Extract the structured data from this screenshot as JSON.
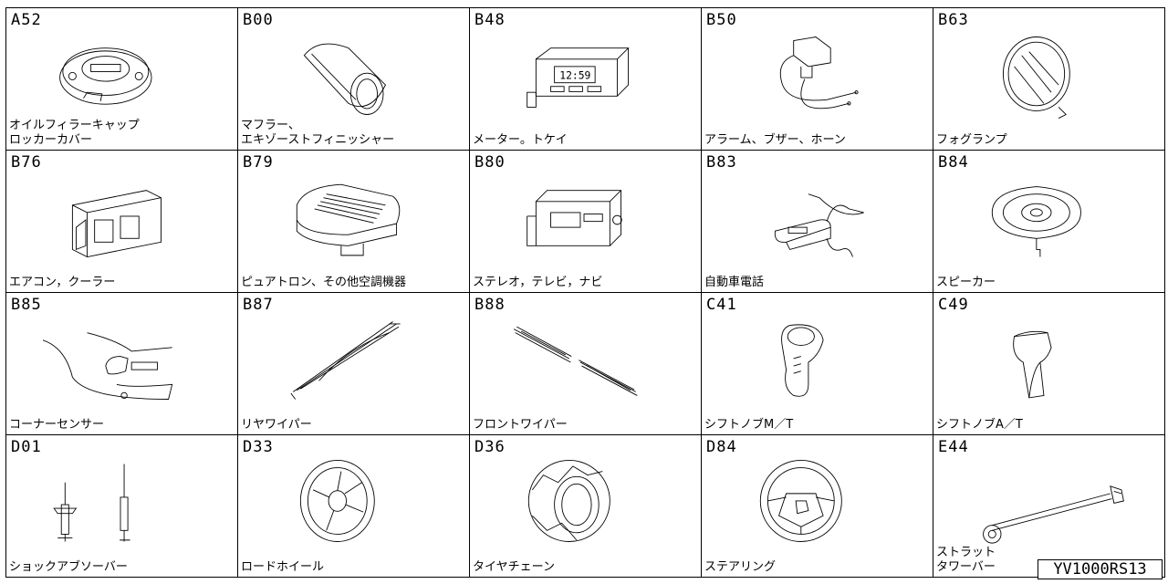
{
  "parts": [
    {
      "code": "A52",
      "label": "オイルフィラーキャップ\nロッカーカバー",
      "icon": "oil-filler-cap"
    },
    {
      "code": "B00",
      "label": "マフラー、\nエキゾーストフィニッシャー",
      "icon": "muffler"
    },
    {
      "code": "B48",
      "label": "メーター。トケイ",
      "icon": "meter-clock"
    },
    {
      "code": "B50",
      "label": "アラーム、ブザー、ホーン",
      "icon": "alarm-buzzer"
    },
    {
      "code": "B63",
      "label": "フォグランプ",
      "icon": "fog-lamp"
    },
    {
      "code": "B76",
      "label": "エアコン，クーラー",
      "icon": "air-conditioner"
    },
    {
      "code": "B79",
      "label": "ピュアトロン、その他空調機器",
      "icon": "air-purifier"
    },
    {
      "code": "B80",
      "label": "ステレオ，テレビ，ナビ",
      "icon": "stereo"
    },
    {
      "code": "B83",
      "label": "自動車電話",
      "icon": "car-phone"
    },
    {
      "code": "B84",
      "label": "スピーカー",
      "icon": "speaker"
    },
    {
      "code": "B85",
      "label": "コーナーセンサー",
      "icon": "corner-sensor"
    },
    {
      "code": "B87",
      "label": "リヤワイパー",
      "icon": "rear-wiper"
    },
    {
      "code": "B88",
      "label": "フロントワイパー",
      "icon": "front-wiper"
    },
    {
      "code": "C41",
      "label": "シフトノブM／T",
      "icon": "shift-knob-mt"
    },
    {
      "code": "C49",
      "label": "シフトノブA／T",
      "icon": "shift-knob-at"
    },
    {
      "code": "D01",
      "label": "ショックアブソーバー",
      "icon": "shock-absorber"
    },
    {
      "code": "D33",
      "label": "ロードホイール",
      "icon": "road-wheel"
    },
    {
      "code": "D36",
      "label": "タイヤチェーン",
      "icon": "tire-chain"
    },
    {
      "code": "D84",
      "label": "ステアリング",
      "icon": "steering-wheel"
    },
    {
      "code": "E44",
      "label": "ストラット\nタワーバー",
      "icon": "strut-tower-bar"
    }
  ],
  "reference_id": "YV1000RS13"
}
